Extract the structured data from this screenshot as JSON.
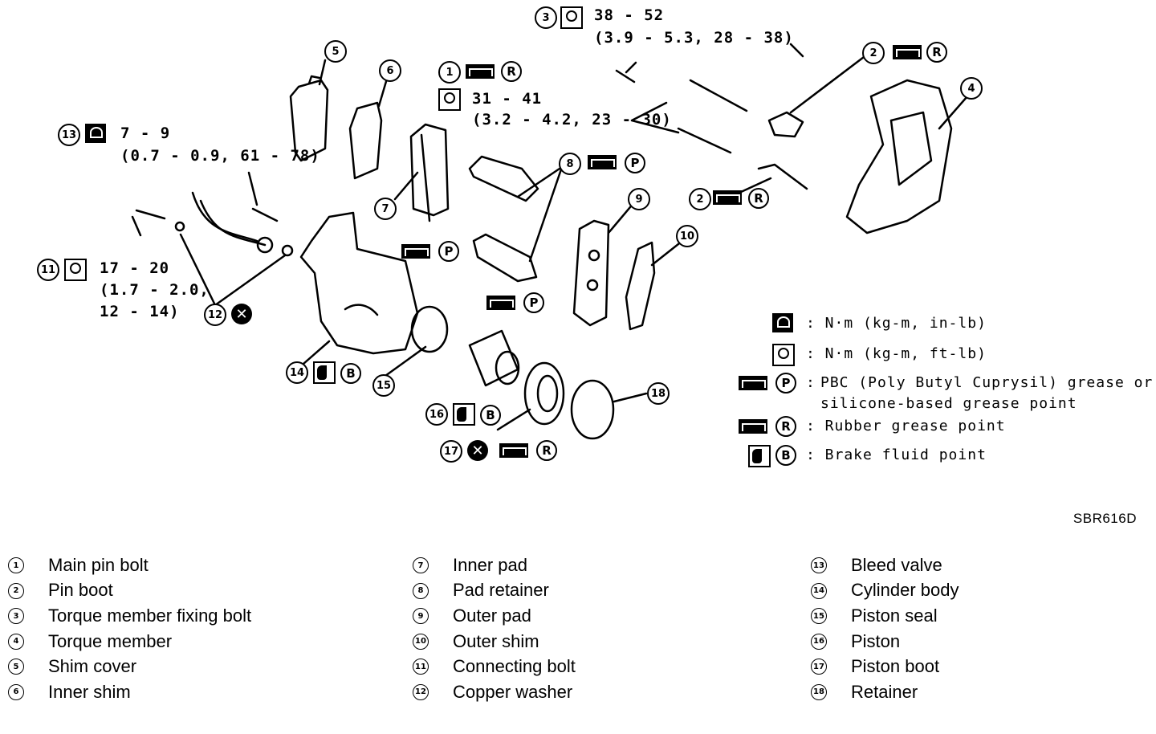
{
  "torques": {
    "t3_nm": "38 - 52",
    "t3_sub": "(3.9 - 5.3, 28 - 38)",
    "t1_nm": "31 - 41",
    "t1_sub": "(3.2 - 4.2, 23 - 30)",
    "t13_nm": "7 - 9",
    "t13_sub": "(0.7 - 0.9, 61 - 78)",
    "t11_nm": "17 - 20",
    "t11_sub1": "(1.7 - 2.0,",
    "t11_sub2": "12 - 14)"
  },
  "callouts": {
    "n1": "1",
    "n2": "2",
    "n3": "3",
    "n4": "4",
    "n5": "5",
    "n6": "6",
    "n7": "7",
    "n8": "8",
    "n9": "9",
    "n10": "10",
    "n11": "11",
    "n12": "12",
    "n13": "13",
    "n14": "14",
    "n15": "15",
    "n16": "16",
    "n17": "17",
    "n18": "18"
  },
  "letters": {
    "r": "R",
    "p": "P",
    "b": "B",
    "x": "✕"
  },
  "legend": [
    {
      "text": ": N·m (kg-m, in-lb)"
    },
    {
      "text": ": N·m (kg-m, ft-lb)"
    },
    {
      "text": "PBC (Poly Butyl Cuprysil) grease or"
    },
    {
      "text": "silicone-based grease point"
    },
    {
      "text": ": Rubber grease point"
    },
    {
      "text": ": Brake fluid point"
    }
  ],
  "figure_code": "SBR616D",
  "parts": [
    {
      "num": "1",
      "label": "Main pin bolt"
    },
    {
      "num": "2",
      "label": "Pin boot"
    },
    {
      "num": "3",
      "label": "Torque member fixing bolt"
    },
    {
      "num": "4",
      "label": "Torque member"
    },
    {
      "num": "5",
      "label": "Shim cover"
    },
    {
      "num": "6",
      "label": "Inner shim"
    },
    {
      "num": "7",
      "label": "Inner pad"
    },
    {
      "num": "8",
      "label": "Pad retainer"
    },
    {
      "num": "9",
      "label": "Outer pad"
    },
    {
      "num": "10",
      "label": "Outer shim"
    },
    {
      "num": "11",
      "label": "Connecting bolt"
    },
    {
      "num": "12",
      "label": "Copper washer"
    },
    {
      "num": "13",
      "label": "Bleed valve"
    },
    {
      "num": "14",
      "label": "Cylinder body"
    },
    {
      "num": "15",
      "label": "Piston seal"
    },
    {
      "num": "16",
      "label": "Piston"
    },
    {
      "num": "17",
      "label": "Piston boot"
    },
    {
      "num": "18",
      "label": "Retainer"
    }
  ]
}
